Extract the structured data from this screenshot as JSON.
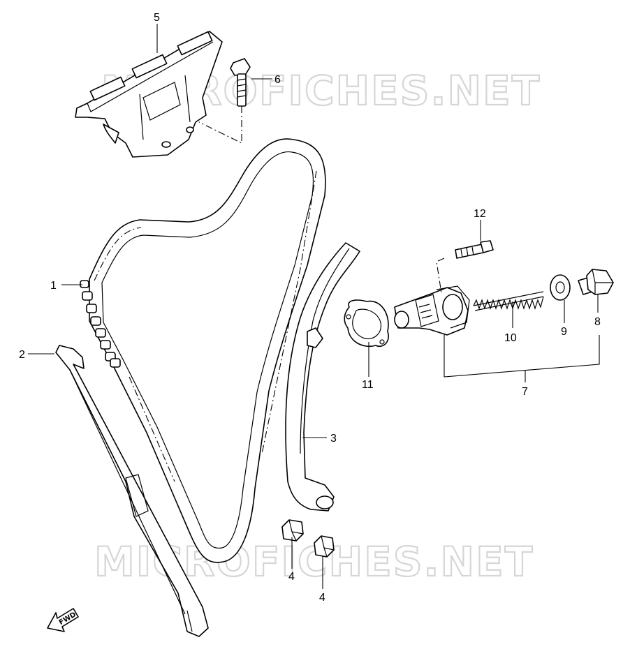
{
  "watermark": "MICROFICHES.NET",
  "fwd_label": "FWD",
  "callouts": {
    "c1": "1",
    "c2": "2",
    "c3": "3",
    "c4a": "4",
    "c4b": "4",
    "c5": "5",
    "c6": "6",
    "c7": "7",
    "c8": "8",
    "c9": "9",
    "c10": "10",
    "c11": "11",
    "c12": "12"
  },
  "colors": {
    "line": "#000000",
    "watermark": "#d6d6d6",
    "background": "#ffffff"
  }
}
